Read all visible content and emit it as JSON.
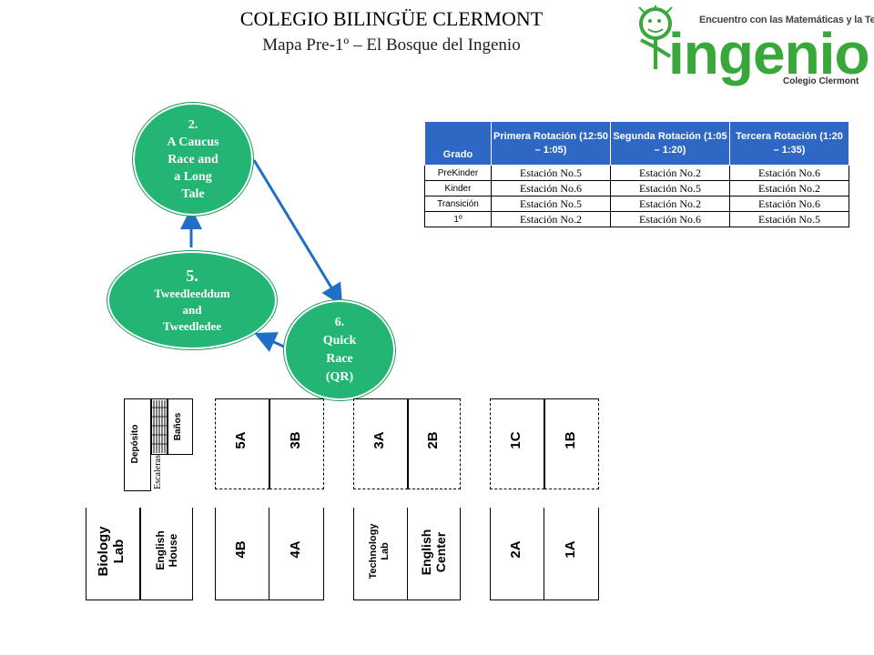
{
  "header": {
    "title": "COLEGIO BILINGÜE CLERMONT",
    "subtitle": "Mapa Pre-1º – El Bosque del Ingenio"
  },
  "logo": {
    "tagline": "Encuentro con las Matemáticas y la Tecnología",
    "word": "ingenio",
    "school": "Colegio Clermont"
  },
  "stations": {
    "s2": {
      "num": "2.",
      "lines": [
        "A Caucus",
        "Race and",
        "a Long",
        "Tale"
      ]
    },
    "s5": {
      "num": "5.",
      "lines": [
        "Tweedleeddum",
        "and",
        "Tweedledee"
      ]
    },
    "s6": {
      "num": "6.",
      "lines": [
        "Quick",
        "Race",
        "(QR)"
      ]
    }
  },
  "table": {
    "headers": [
      "Grado",
      "Primera Rotación (12:50 – 1:05)",
      "Segunda Rotación (1:05 – 1:20)",
      "Tercera Rotación (1:20 – 1:35)"
    ],
    "rows": [
      [
        "PreKinder",
        "Estación No.5",
        "Estación No.2",
        "Estación No.6"
      ],
      [
        "Kinder",
        "Estación No.6",
        "Estación No.5",
        "Estación No.2"
      ],
      [
        "Transición",
        "Estación No.5",
        "Estación No.2",
        "Estación No.6"
      ],
      [
        "1º",
        "Estación No.2",
        "Estación No.6",
        "Estación No.5"
      ]
    ]
  },
  "map": {
    "deposito": "Depósito",
    "banos": "Baños",
    "escaleras": "Escaleras",
    "biology": [
      "Biology",
      "Lab"
    ],
    "english_house": [
      "English",
      "House"
    ],
    "r5a": "5A",
    "r3b": "3B",
    "r3a": "3A",
    "r2b": "2B",
    "r1c": "1C",
    "r1b": "1B",
    "r4b": "4B",
    "r4a": "4A",
    "technology": [
      "Technology",
      "Lab"
    ],
    "english_center": [
      "English",
      "Center"
    ],
    "r2a": "2A",
    "r1a": "1A"
  },
  "colors": {
    "station_green": "#22b573",
    "arrow_blue": "#1f6fc6",
    "table_header": "#2f68c4",
    "logo_green": "#38a83a"
  }
}
